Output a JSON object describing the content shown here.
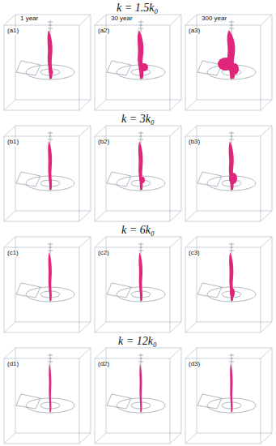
{
  "diagram": {
    "labels": [
      "k = 1.5k₀",
      "1 year",
      "30 year",
      "300 year",
      "(a1)",
      "(a2)",
      "(a3)",
      "k = 3k₀",
      "(b1)",
      "(b2)",
      "(b3)",
      "k = 6k₀",
      "(c1)",
      "(c2)",
      "(c3)",
      "k = 12k₀",
      "(d1)",
      "(d2)",
      "(d3)"
    ]
  }
}
